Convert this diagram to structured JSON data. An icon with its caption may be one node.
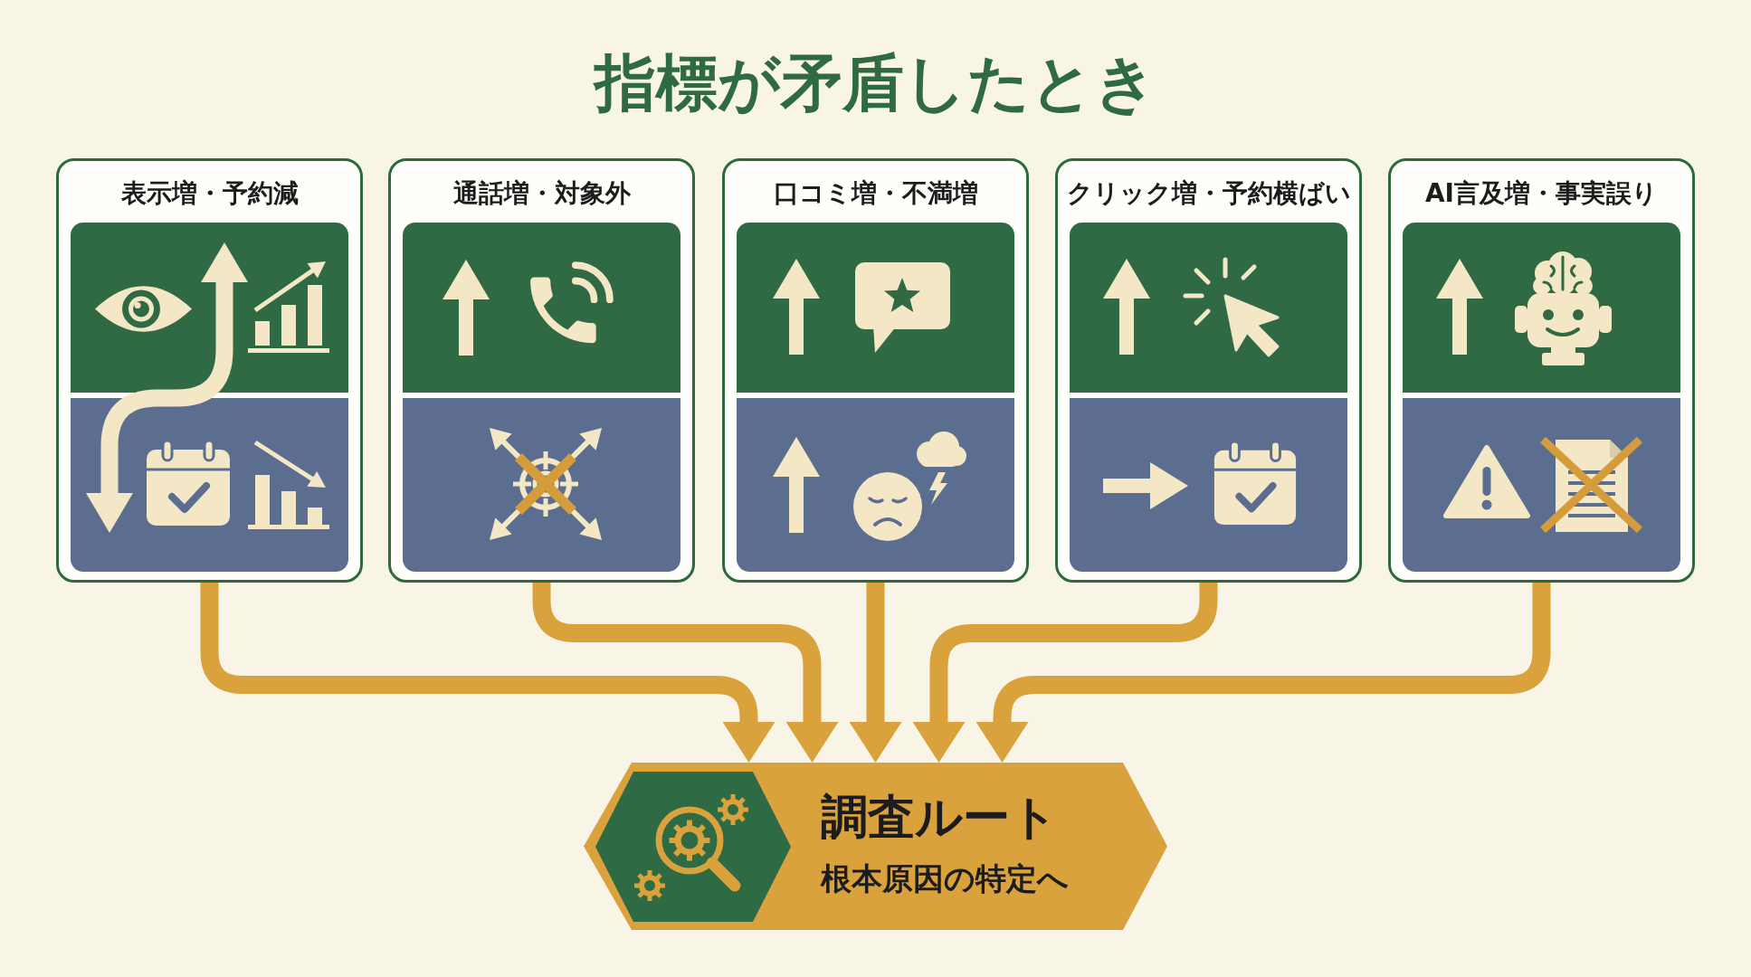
{
  "diagram": {
    "title": "指標が矛盾したとき",
    "nodes": [
      {
        "text": [
          "表示増・予約減"
        ]
      },
      {
        "text": [
          "通話増・対象外"
        ]
      },
      {
        "text": [
          "口コミ増・不満増"
        ]
      },
      {
        "text": [
          "クリック増・予約横ばい"
        ]
      },
      {
        "text": [
          "AI言及増・事実誤り"
        ]
      },
      {
        "text": [
          "調査ルート",
          "根本原因の特定へ"
        ]
      }
    ],
    "edges": [
      {
        "from": 0,
        "to": 5,
        "arrow": "to"
      },
      {
        "from": 1,
        "to": 5,
        "arrow": "to"
      },
      {
        "from": 2,
        "to": 5,
        "arrow": "to"
      },
      {
        "from": 3,
        "to": 5,
        "arrow": "to"
      },
      {
        "from": 4,
        "to": 5,
        "arrow": "to"
      }
    ]
  }
}
